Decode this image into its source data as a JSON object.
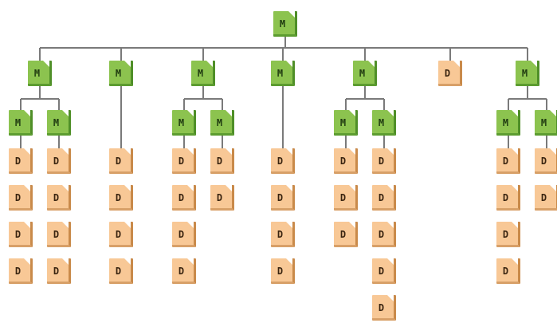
{
  "diagram": {
    "colors": {
      "master_fill": "#8cc34f",
      "master_shadow": "#4f8f28",
      "detail_fill": "#f8c896",
      "detail_shadow": "#c98a4a",
      "connector": "#7a7a7a"
    },
    "labels": {
      "master": "M",
      "detail": "D"
    },
    "tree": {
      "type": "M",
      "children": [
        {
          "type": "M",
          "children": [
            {
              "type": "M",
              "details": 4
            },
            {
              "type": "M",
              "details": 4
            }
          ]
        },
        {
          "type": "M",
          "details": 4
        },
        {
          "type": "M",
          "children": [
            {
              "type": "M",
              "details": 4
            },
            {
              "type": "M",
              "details": 2
            }
          ]
        },
        {
          "type": "M",
          "details": 4
        },
        {
          "type": "M",
          "children": [
            {
              "type": "M",
              "details": 3
            },
            {
              "type": "M",
              "details": 5
            }
          ]
        },
        {
          "type": "D"
        },
        {
          "type": "M",
          "children": [
            {
              "type": "M",
              "details": 4
            },
            {
              "type": "M",
              "details": 2
            }
          ]
        }
      ]
    }
  }
}
